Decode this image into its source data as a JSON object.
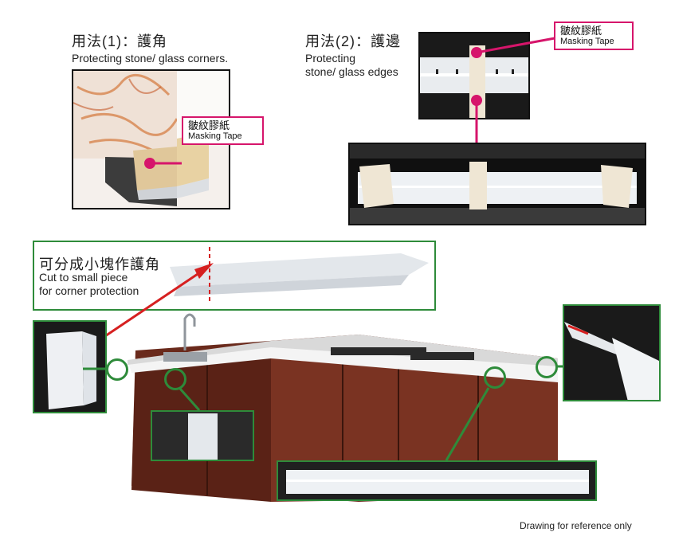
{
  "usage1": {
    "title_cn": "用法(1)：護角",
    "title_en": "Protecting stone/ glass corners.",
    "tag_cn": "皺紋膠紙",
    "tag_en": "Masking Tape"
  },
  "usage2": {
    "title_cn": "用法(2)：護邊",
    "title_en_line1": "Protecting",
    "title_en_line2": "stone/ glass edges",
    "tag_cn": "皺紋膠紙",
    "tag_en": "Masking Tape"
  },
  "cut": {
    "title_cn": "可分成小塊作護角",
    "en_line1": "Cut to small piece",
    "en_line2": "for corner protection"
  },
  "footer": {
    "note": "Drawing for reference only"
  },
  "colors": {
    "accent_magenta": "#d6156b",
    "callout_green": "#2e8b3a",
    "arrow_red": "#d62020"
  }
}
